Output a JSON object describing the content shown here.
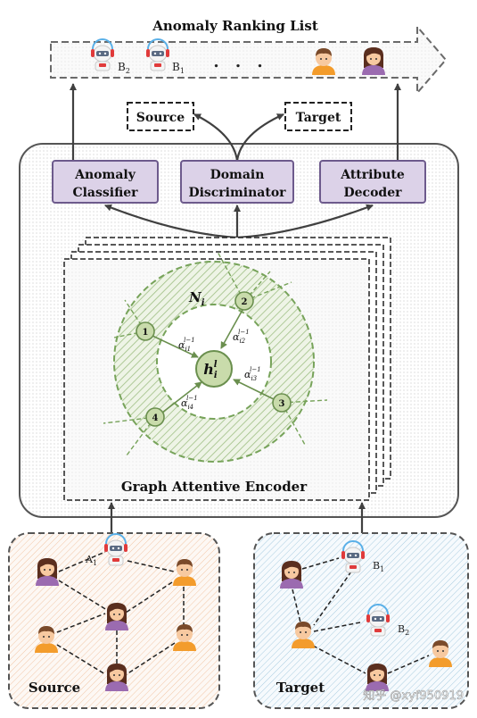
{
  "ranking": {
    "title": "Anomaly Ranking List",
    "robot_b2": "B",
    "robot_b2_sub": "2",
    "robot_b1": "B",
    "robot_b1_sub": "1",
    "ellipsis": ". . ."
  },
  "domains": {
    "source": "Source",
    "target": "Target"
  },
  "modules": {
    "classifier": [
      "Anomaly",
      "Classifier"
    ],
    "discriminator": [
      "Domain",
      "Discriminator"
    ],
    "decoder": [
      "Attribute",
      "Decoder"
    ]
  },
  "encoder": {
    "title": "Graph Attentive Encoder",
    "neighborhood": "N",
    "neighborhood_sub": "i",
    "center": "h",
    "center_sub": "i",
    "center_sup": "l",
    "nodes": [
      "1",
      "2",
      "3",
      "4"
    ],
    "attn": [
      {
        "base": "α",
        "sub": "i1",
        "sup": "l−1"
      },
      {
        "base": "α",
        "sub": "i2",
        "sup": "l−1"
      },
      {
        "base": "α",
        "sub": "i3",
        "sup": "l−1"
      },
      {
        "base": "α",
        "sub": "i4",
        "sup": "l−1"
      }
    ]
  },
  "source_graph": {
    "label": "Source",
    "robot": "A",
    "robot_sub": "1"
  },
  "target_graph": {
    "label": "Target",
    "robot_b1": "B",
    "robot_b1_sub": "1",
    "robot_b2": "B",
    "robot_b2_sub": "2"
  },
  "watermark": "知乎 @xyf950919",
  "colors": {
    "module_fill": "#dcd2e8",
    "module_stroke": "#6d5a8c",
    "ring_green": "#77a35a",
    "node_fill": "#c9dbab",
    "source_hatch": "#f2c6a6",
    "target_hatch": "#a9cce0",
    "arrow": "#404040"
  },
  "icons": [
    "robot-icon",
    "boy-icon",
    "girl-icon",
    "arrow-right-icon"
  ]
}
